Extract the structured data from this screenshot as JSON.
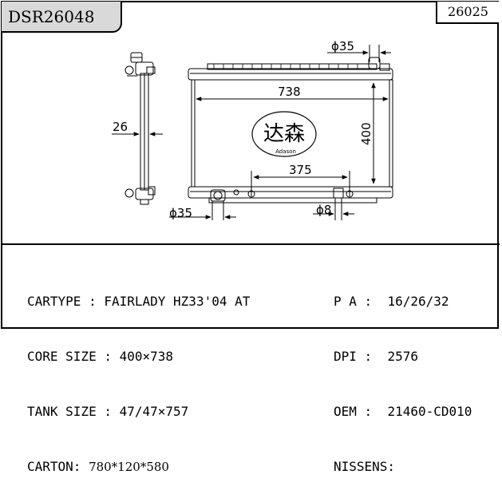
{
  "header": {
    "model_code": "DSR26048",
    "ref_number": "26025"
  },
  "drawing": {
    "logo_chinese": "达森",
    "logo_brand": "Adason",
    "dim_width": "738",
    "dim_height": "400",
    "dim_side_depth": "26",
    "dim_inlet_top": "35",
    "dim_inlet_bottom": "35",
    "dim_outlet": "8",
    "dim_mount_span": "375"
  },
  "specs_left": [
    {
      "label": "CARTYPE ",
      "sep": ":",
      "value": "FAIRLADY HZ33'04 AT"
    },
    {
      "label": "CORE SIZE ",
      "sep": ":",
      "value": "400×738"
    },
    {
      "label": "TANK SIZE ",
      "sep": ":",
      "value": "47/47×757"
    },
    {
      "label": "CARTON:",
      "sep": "",
      "value": "780*120*580"
    }
  ],
  "specs_right": [
    {
      "label": "P A ",
      "sep": ":",
      "value": "16/26/32"
    },
    {
      "label": "DPI ",
      "sep": ":",
      "value": "2576"
    },
    {
      "label": "OEM ",
      "sep": ":",
      "value": "21460-CD010"
    },
    {
      "label": "NISSENS:",
      "sep": "",
      "value": ""
    }
  ]
}
